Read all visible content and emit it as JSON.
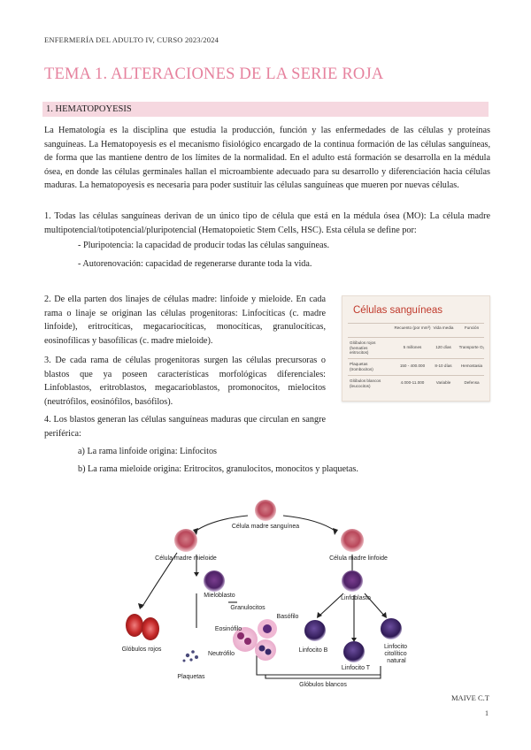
{
  "header": {
    "course": "ENFERMERÍA DEL ADULTO IV, CURSO 2023/2024"
  },
  "title": "TEMA 1. ALTERACIONES DE LA SERIE ROJA",
  "section": {
    "label": "1. HEMATOPOYESIS"
  },
  "paragraphs": {
    "intro": "La Hematología es la disciplina que estudia la producción, función y las enfermedades de las células y proteínas sanguíneas. La Hematopoyesis es el mecanismo fisiológico encargado de la continua formación de las células sanguíneas, de forma que las mantiene dentro de los límites de la normalidad. En el adulto está formación se desarrolla en la médula ósea, en donde las células germinales hallan el microambiente adecuado para su desarrollo y diferenciación hacia células maduras. La hematopoyesis es necesaria para poder sustituir las células sanguíneas que mueren por nuevas células.",
    "point1": "1. Todas las células sanguíneas derivan de un único tipo de célula que está en la médula ósea (MO): La célula madre multipotencial/totipotencial/pluripotencial (Hematopoietic Stem Cells, HSC). Esta célula se define por:",
    "point2": "2. De ella parten dos linajes de células madre: linfoide y mieloide. En cada rama o linaje se originan las células progenitoras: Linfocíticas (c. madre linfoide), eritrocíticas, megacariocíticas, monocíticas, granulocíticas, eosinofílicas y basofílicas (c. madre mieloide).",
    "point3": "3. De cada rama de células progenitoras surgen las células precursoras o blastos que ya poseen características morfológicas diferenciales: Linfoblastos, eritroblastos, megacarioblastos, promonocitos, mielocitos (neutrófilos, eosinófilos, basófilos).",
    "point4": "4. Los blastos generan las células sanguíneas maduras que circulan en sangre periférica:"
  },
  "list_items": {
    "pluripotencia": "- Pluripotencia: la capacidad de producir todas las células sanguíneas.",
    "autorenovacion": "- Autorenovación: capacidad de regenerarse durante toda la vida."
  },
  "sub_items": {
    "a": "a) La rama linfoide origina: Linfocitos",
    "b": "b) La rama mieloide origina: Eritrocitos, granulocitos, monocitos y plaquetas."
  },
  "table": {
    "title": "Células sanguíneas",
    "headers": [
      "",
      "Recuento (por mm³)",
      "Vida media",
      "Función"
    ],
    "rows": [
      [
        "Glóbulos rojos (hematíes eritrocitos)",
        "5 millones",
        "120 días",
        "Transporte O₂"
      ],
      [
        "Plaquetas (trombocitos)",
        "150 - 400.000",
        "8-10 días",
        "Hemostasia"
      ],
      [
        "Glóbulos blancos (leucocitos)",
        "4.000-11.000",
        "Variable",
        "Defensa"
      ]
    ]
  },
  "diagram": {
    "stem": "Célula madre sanguínea",
    "myeloid": "Célula madre mieloide",
    "lymphoid": "Célula madre linfoide",
    "myeloblast": "Mieloblasto",
    "lymphoblast": "Linfoblasto",
    "granulocytes": "Granulocitos",
    "eosinophil": "Eosinófilo",
    "basophil": "Basófilo",
    "neutrophil": "Neutrófilo",
    "rbc": "Glóbulos rojos",
    "platelets": "Plaquetas",
    "lymph_b": "Linfocito B",
    "lymph_t": "Linfocito T",
    "nk": "Linfocito citolítico natural",
    "wbc": "Glóbulos blancos"
  },
  "footer": {
    "author": "MAIVE C.T",
    "page": "1"
  },
  "colors": {
    "title": "#e6829e",
    "section_bar": "#f6d8e0",
    "table_title": "#c0392b"
  }
}
